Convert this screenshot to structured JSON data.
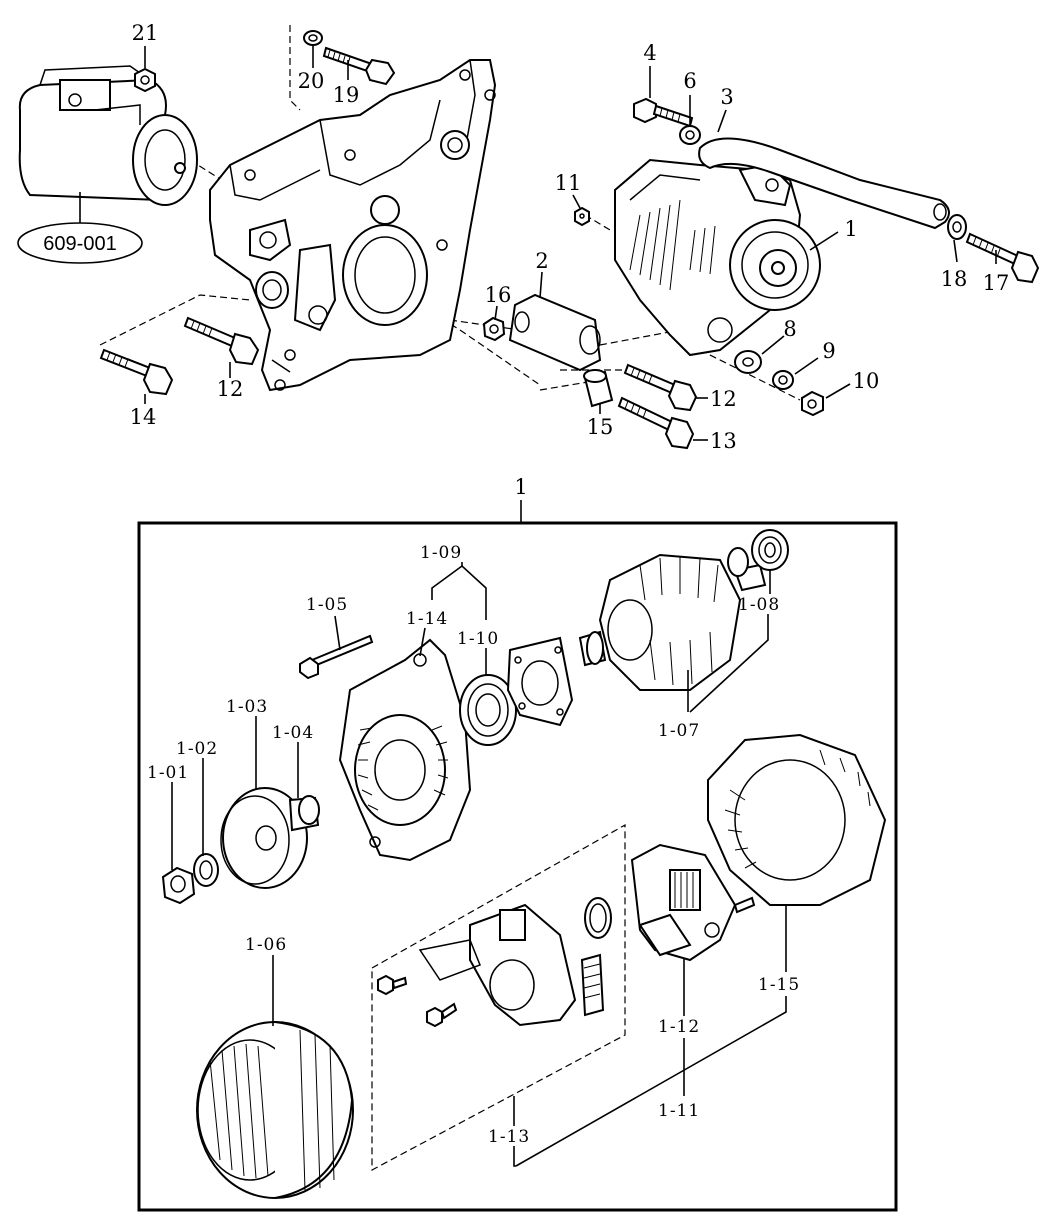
{
  "upper_callouts": {
    "c1": "1",
    "c2": "2",
    "c3": "3",
    "c4": "4",
    "c6": "6",
    "c8": "8",
    "c9": "9",
    "c10": "10",
    "c11": "11",
    "c12a": "12",
    "c12b": "12",
    "c13": "13",
    "c14": "14",
    "c15": "15",
    "c16": "16",
    "c17": "17",
    "c18": "18",
    "c19": "19",
    "c20": "20",
    "c21": "21"
  },
  "reference_tag": "609-001",
  "box_title": "1",
  "sub_callouts": {
    "s01": "1-01",
    "s02": "1-02",
    "s03": "1-03",
    "s04": "1-04",
    "s05": "1-05",
    "s06": "1-06",
    "s07": "1-07",
    "s08": "1-08",
    "s09": "1-09",
    "s10": "1-10",
    "s11": "1-11",
    "s12": "1-12",
    "s13": "1-13",
    "s14": "1-14",
    "s15": "1-15"
  }
}
